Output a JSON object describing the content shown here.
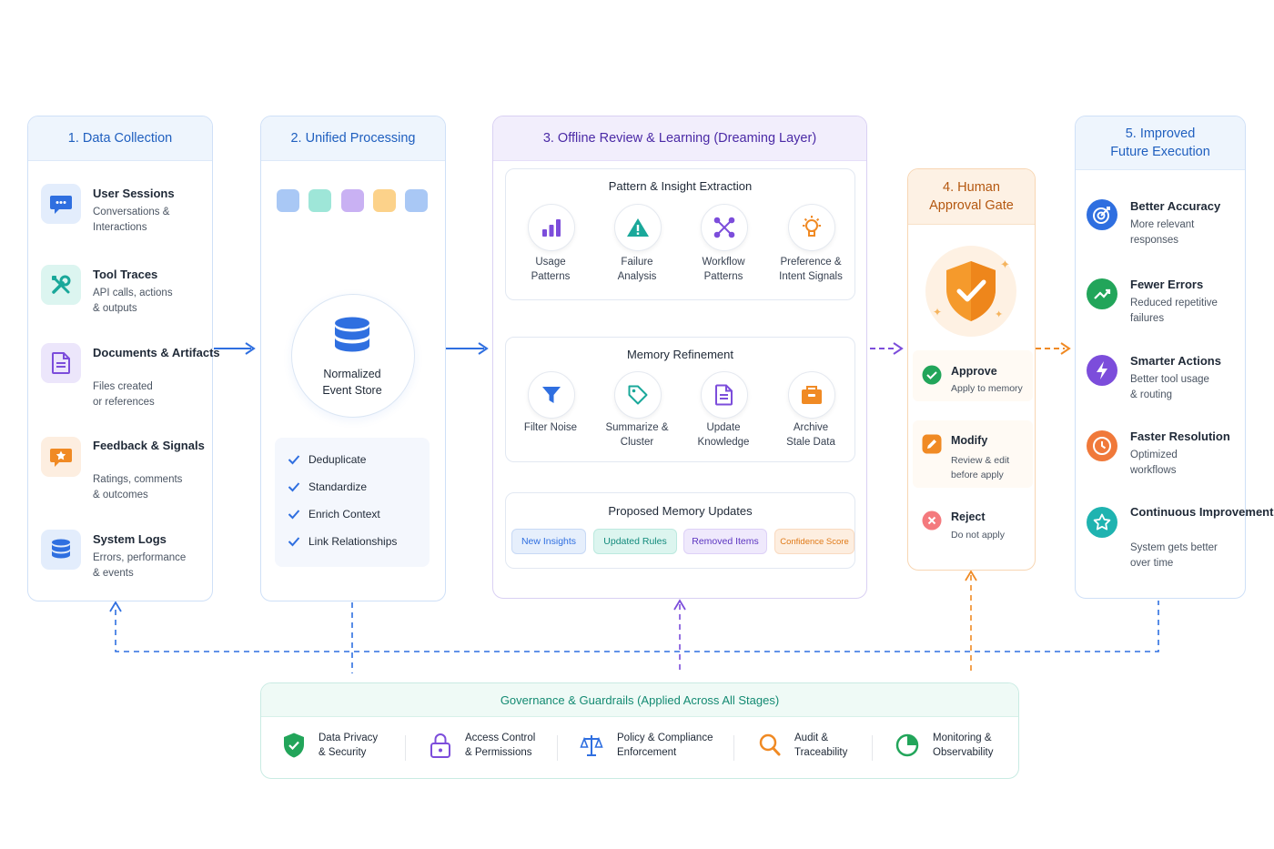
{
  "stage1": {
    "title": "1. Data Collection",
    "items": [
      {
        "title": "User Sessions",
        "sub": "Conversations &\nInteractions",
        "icon": "chat-icon"
      },
      {
        "title": "Tool Traces",
        "sub": "API calls, actions\n& outputs",
        "icon": "tools-icon"
      },
      {
        "title": "Documents &\nArtifacts",
        "sub": "Files created\nor references",
        "icon": "document-icon"
      },
      {
        "title": "Feedback &\nSignals",
        "sub": "Ratings, comments\n& outcomes",
        "icon": "feedback-icon"
      },
      {
        "title": "System Logs",
        "sub": "Errors, performance\n& events",
        "icon": "database-icon"
      }
    ]
  },
  "stage2": {
    "title": "2. Unified Processing",
    "store_label": "Normalized\nEvent Store",
    "steps": [
      "Deduplicate",
      "Standardize",
      "Enrich Context",
      "Link Relationships"
    ]
  },
  "stage3": {
    "title": "3. Offline Review & Learning (Dreaming Layer)",
    "extraction": {
      "title": "Pattern & Insight Extraction",
      "items": [
        "Usage\nPatterns",
        "Failure\nAnalysis",
        "Workflow\nPatterns",
        "Preference &\nIntent Signals"
      ]
    },
    "refinement": {
      "title": "Memory Refinement",
      "items": [
        "Filter Noise",
        "Summarize &\nCluster",
        "Update\nKnowledge",
        "Archive\nStale Data"
      ]
    },
    "updates": {
      "title": "Proposed Memory Updates",
      "chips": [
        "New Insights",
        "Updated Rules",
        "Removed Items",
        "Confidence Score"
      ]
    }
  },
  "stage4": {
    "title": "4. Human\nApproval Gate",
    "options": [
      {
        "title": "Approve",
        "sub": "Apply to memory"
      },
      {
        "title": "Modify",
        "sub": "Review & edit\nbefore apply"
      },
      {
        "title": "Reject",
        "sub": "Do not apply"
      }
    ]
  },
  "stage5": {
    "title": "5. Improved\nFuture Execution",
    "items": [
      {
        "title": "Better Accuracy",
        "sub": "More relevant\nresponses"
      },
      {
        "title": "Fewer Errors",
        "sub": "Reduced repetitive\nfailures"
      },
      {
        "title": "Smarter Actions",
        "sub": "Better tool usage\n& routing"
      },
      {
        "title": "Faster Resolution",
        "sub": "Optimized\nworkflows"
      },
      {
        "title": "Continuous\nImprovement",
        "sub": "System gets better\nover time"
      }
    ]
  },
  "governance": {
    "title": "Governance & Guardrails (Applied Across All Stages)",
    "items": [
      "Data Privacy\n& Security",
      "Access Control\n& Permissions",
      "Policy & Compliance\nEnforcement",
      "Audit &\nTraceability",
      "Monitoring &\nObservability"
    ]
  },
  "colors": {
    "blue": "#2f6fe0",
    "purple": "#7c4ddb",
    "orange": "#f08a24",
    "green": "#22a55a",
    "red": "#e5484d",
    "teal": "#1aa89a"
  }
}
